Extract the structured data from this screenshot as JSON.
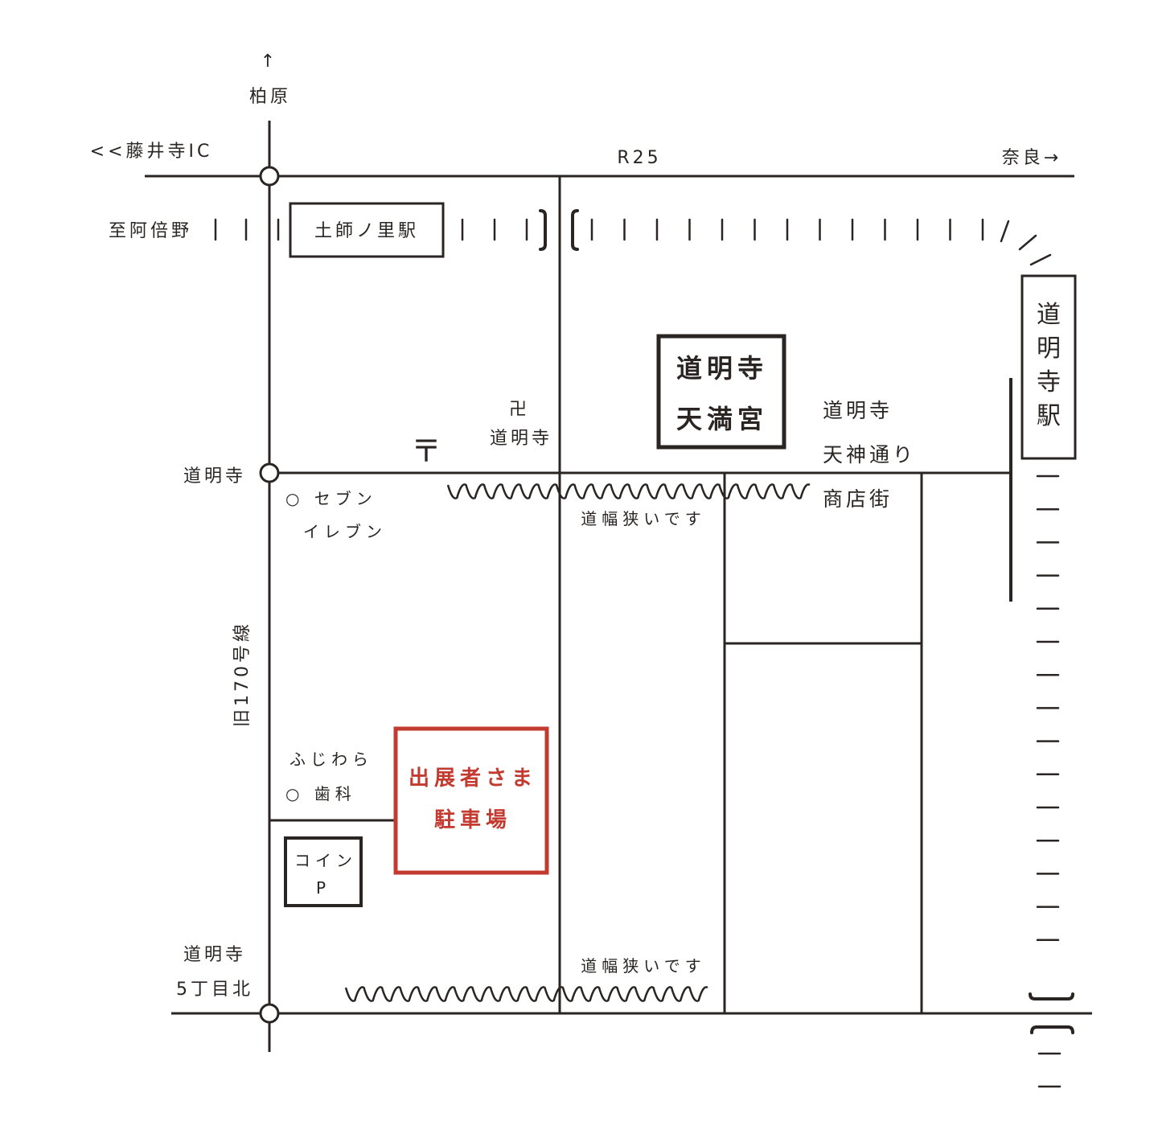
{
  "labels": {
    "north_arrow": "↑",
    "kashiwara": "柏原",
    "fujiidera_ic": "<<藤井寺IC",
    "r25": "R25",
    "nara": "奈良→",
    "to_abeno": "至阿倍野",
    "hajinosato_station": "土師ノ里駅",
    "shrine_line1": "道明寺",
    "shrine_line2": "天満宮",
    "temple_symbol": "卍",
    "temple_name": "道明寺",
    "post_office_symbol": "〒",
    "domyoji_left": "道明寺",
    "seven_line1": "○ セブン",
    "seven_line2": "イレブン",
    "narrow_road_1": "道幅狭いです",
    "narrow_road_2": "道幅狭いです",
    "shopping_line1": "道明寺",
    "shopping_line2": "天神通り",
    "shopping_line3": "商店街",
    "domyoji_station": [
      "道",
      "明",
      "寺",
      "駅"
    ],
    "old_route_170": "旧170号線",
    "fujiwara_line1": "ふじわら",
    "fujiwara_line2": "○ 歯科",
    "parking_line1": "出展者さま",
    "parking_line2": "駐車場",
    "coin_line1": "コイン",
    "coin_line2": "P",
    "domyoji_5_line1": "道明寺",
    "domyoji_5_line2": "5丁目北"
  },
  "colors": {
    "ink": "#2a2522",
    "accent": "#c33b30"
  }
}
